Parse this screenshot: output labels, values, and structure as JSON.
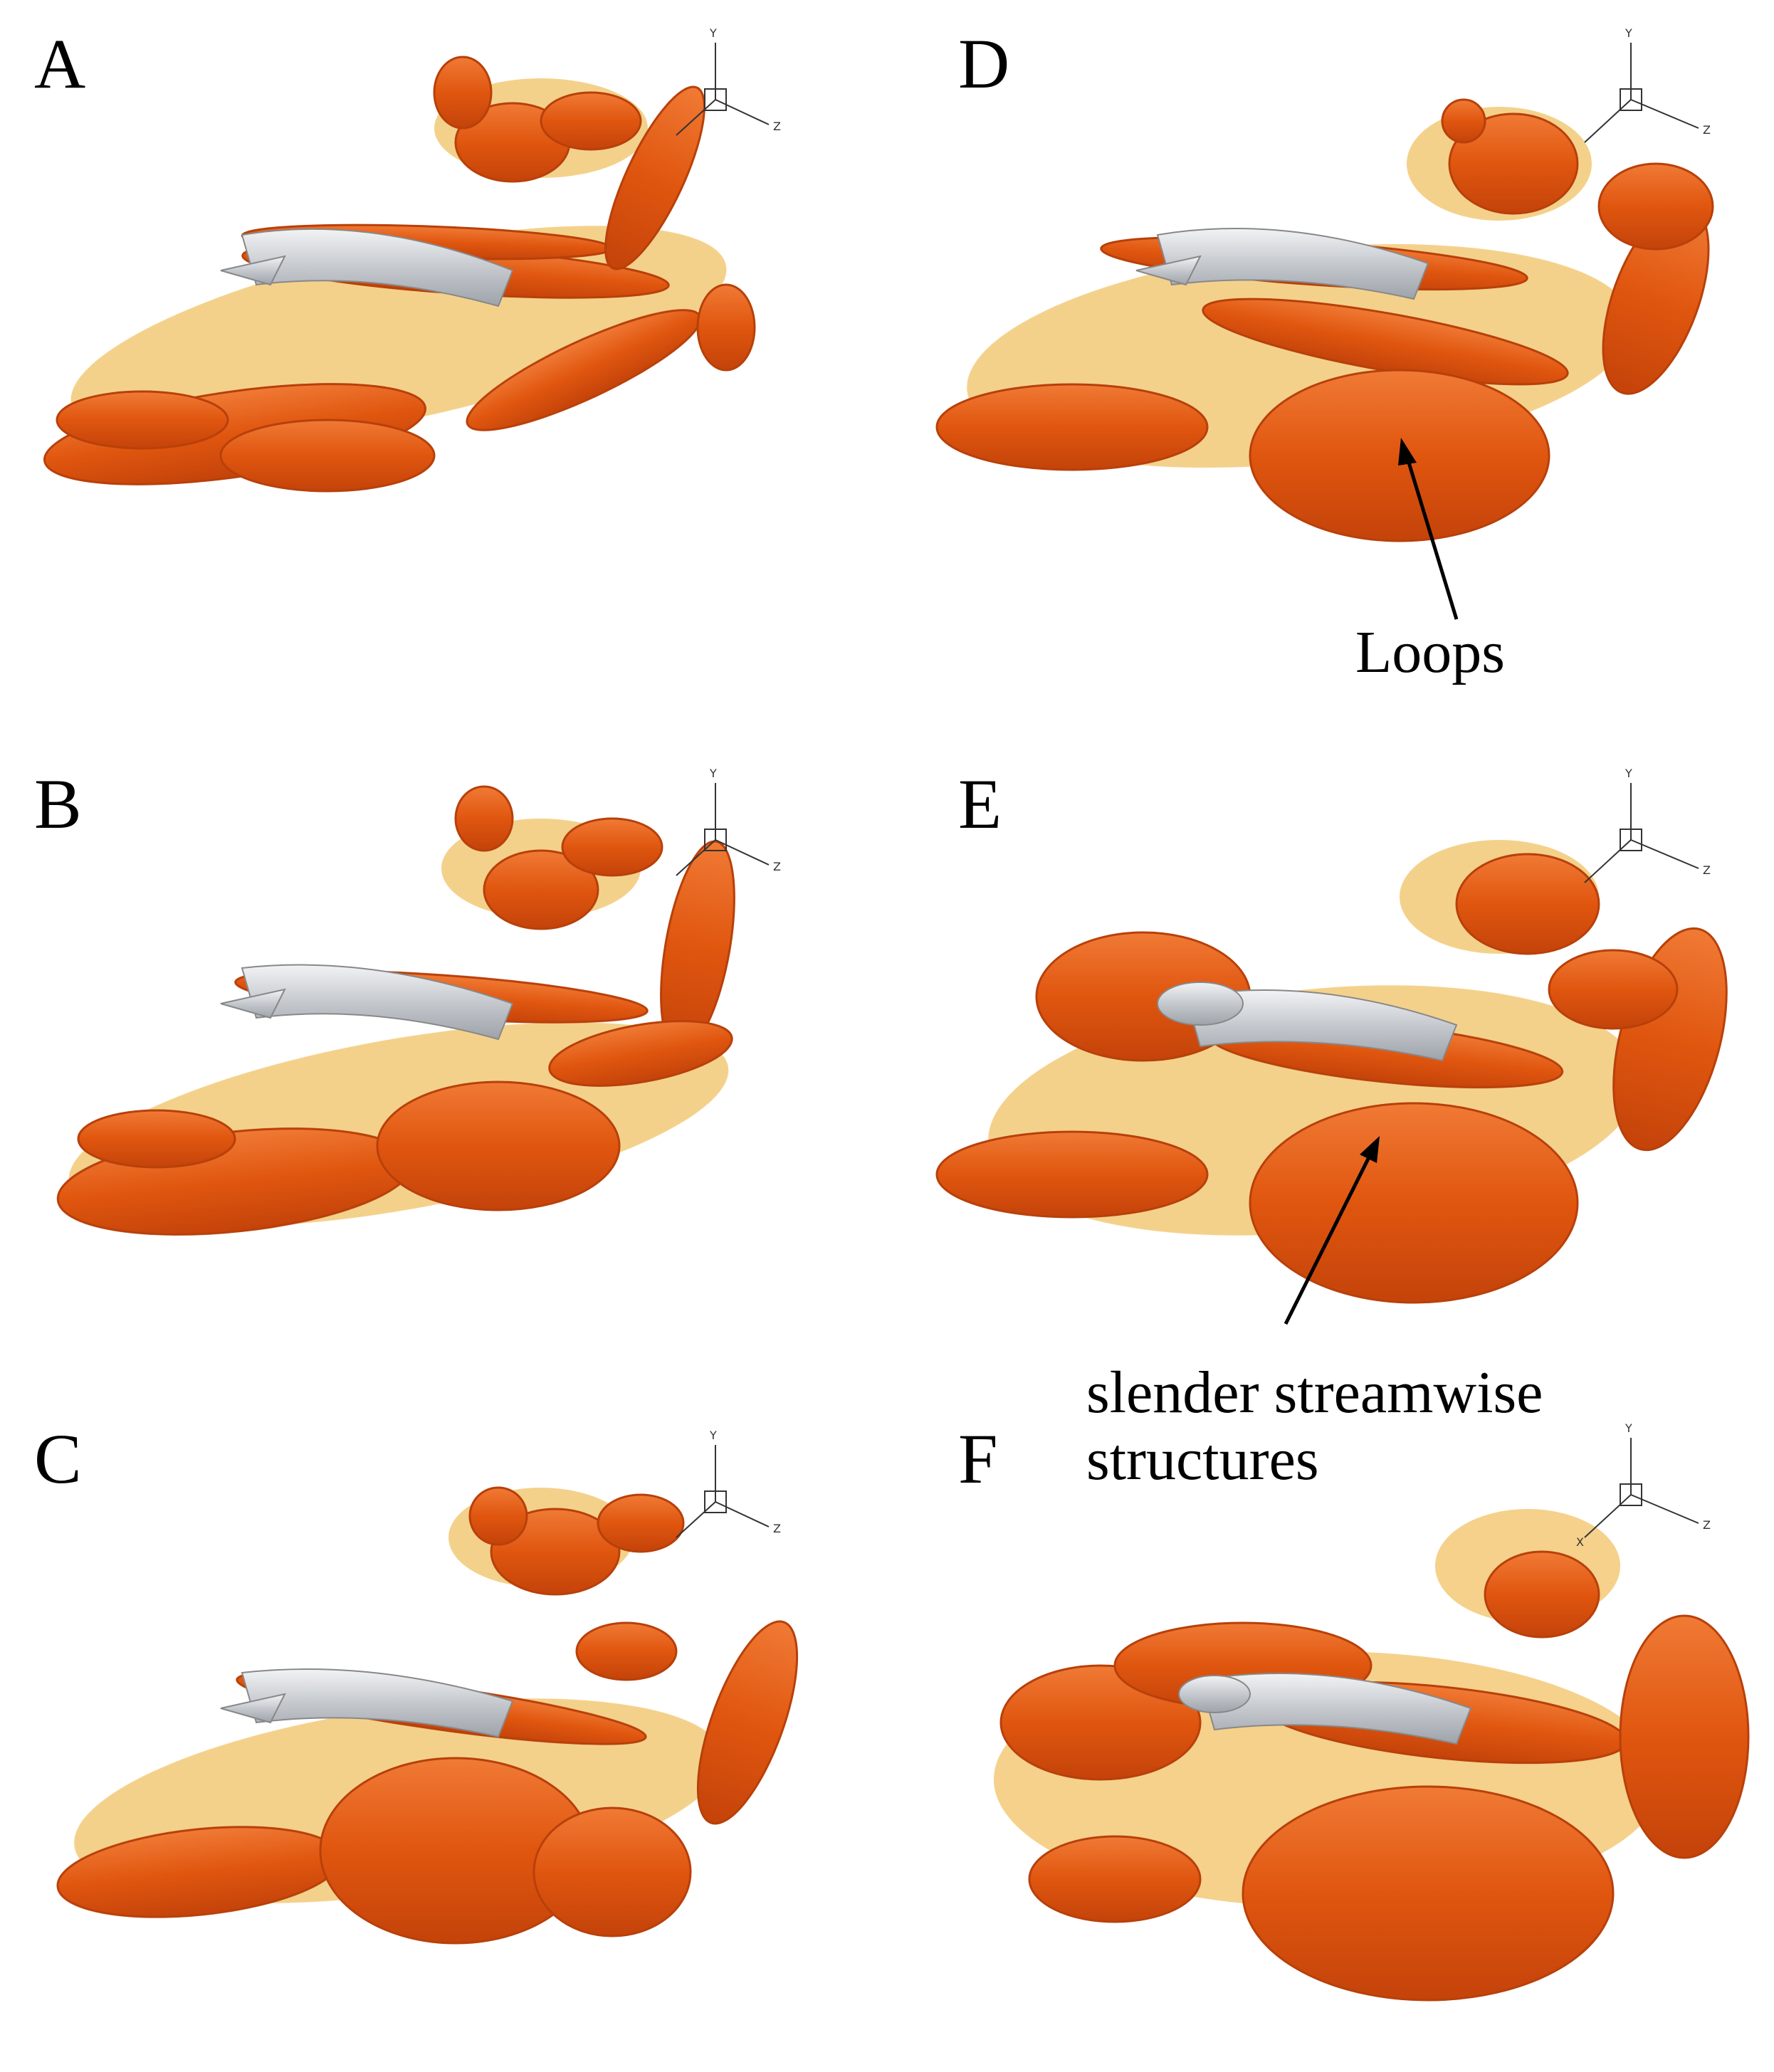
{
  "panels": [
    {
      "label": "A"
    },
    {
      "label": "B"
    },
    {
      "label": "C"
    },
    {
      "label": "D"
    },
    {
      "label": "E"
    },
    {
      "label": "F"
    }
  ],
  "axes_triad": {
    "y": "Y",
    "z": "Z",
    "x": "X"
  },
  "annotations": {
    "loops": "Loops",
    "slender_line1": "slender streamwise",
    "slender_line2": "structures"
  },
  "colors": {
    "vortex_fill": "#e65a14",
    "vortex_edge": "#b8400a",
    "halo": "#f2c66e",
    "body": "#c9cdd2",
    "background": "#ffffff"
  }
}
